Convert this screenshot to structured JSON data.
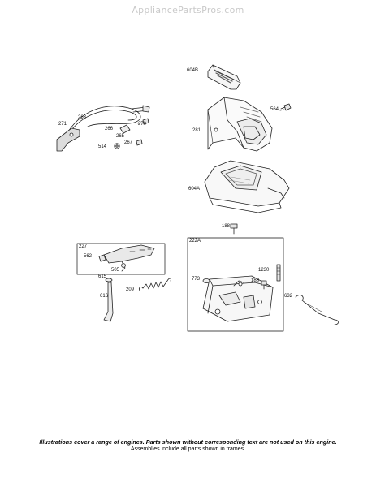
{
  "watermark": "AppliancePartsPros.com",
  "parts": {
    "p604b": "604B",
    "p564": "564",
    "p281": "281",
    "p604a": "604A",
    "p188_top": "188",
    "p263": "263",
    "p271": "271",
    "p266": "266",
    "p265": "265",
    "p270": "270",
    "p267": "267",
    "p514": "514",
    "p227": "227",
    "p562": "562",
    "p505": "505",
    "p615": "615",
    "p209": "209",
    "p616": "616",
    "p222a": "222A",
    "p1230": "1230",
    "p773": "773",
    "p188_frame": "188",
    "p632": "632"
  },
  "footer": {
    "line1": "Illustrations cover a range of engines. Parts shown without corresponding text are not used on this engine.",
    "line2": "Assemblies include all parts shown in frames."
  }
}
